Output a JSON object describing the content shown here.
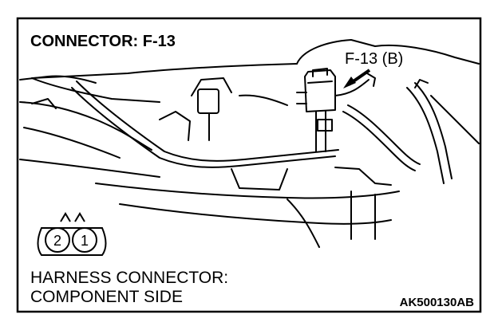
{
  "diagram": {
    "title": "CONNECTOR: F-13",
    "callout_label": "F-13 (B)",
    "connector_pins": [
      "2",
      "1"
    ],
    "caption_line1": "HARNESS CONNECTOR:",
    "caption_line2": "COMPONENT SIDE",
    "figure_code": "AK500130AB"
  }
}
